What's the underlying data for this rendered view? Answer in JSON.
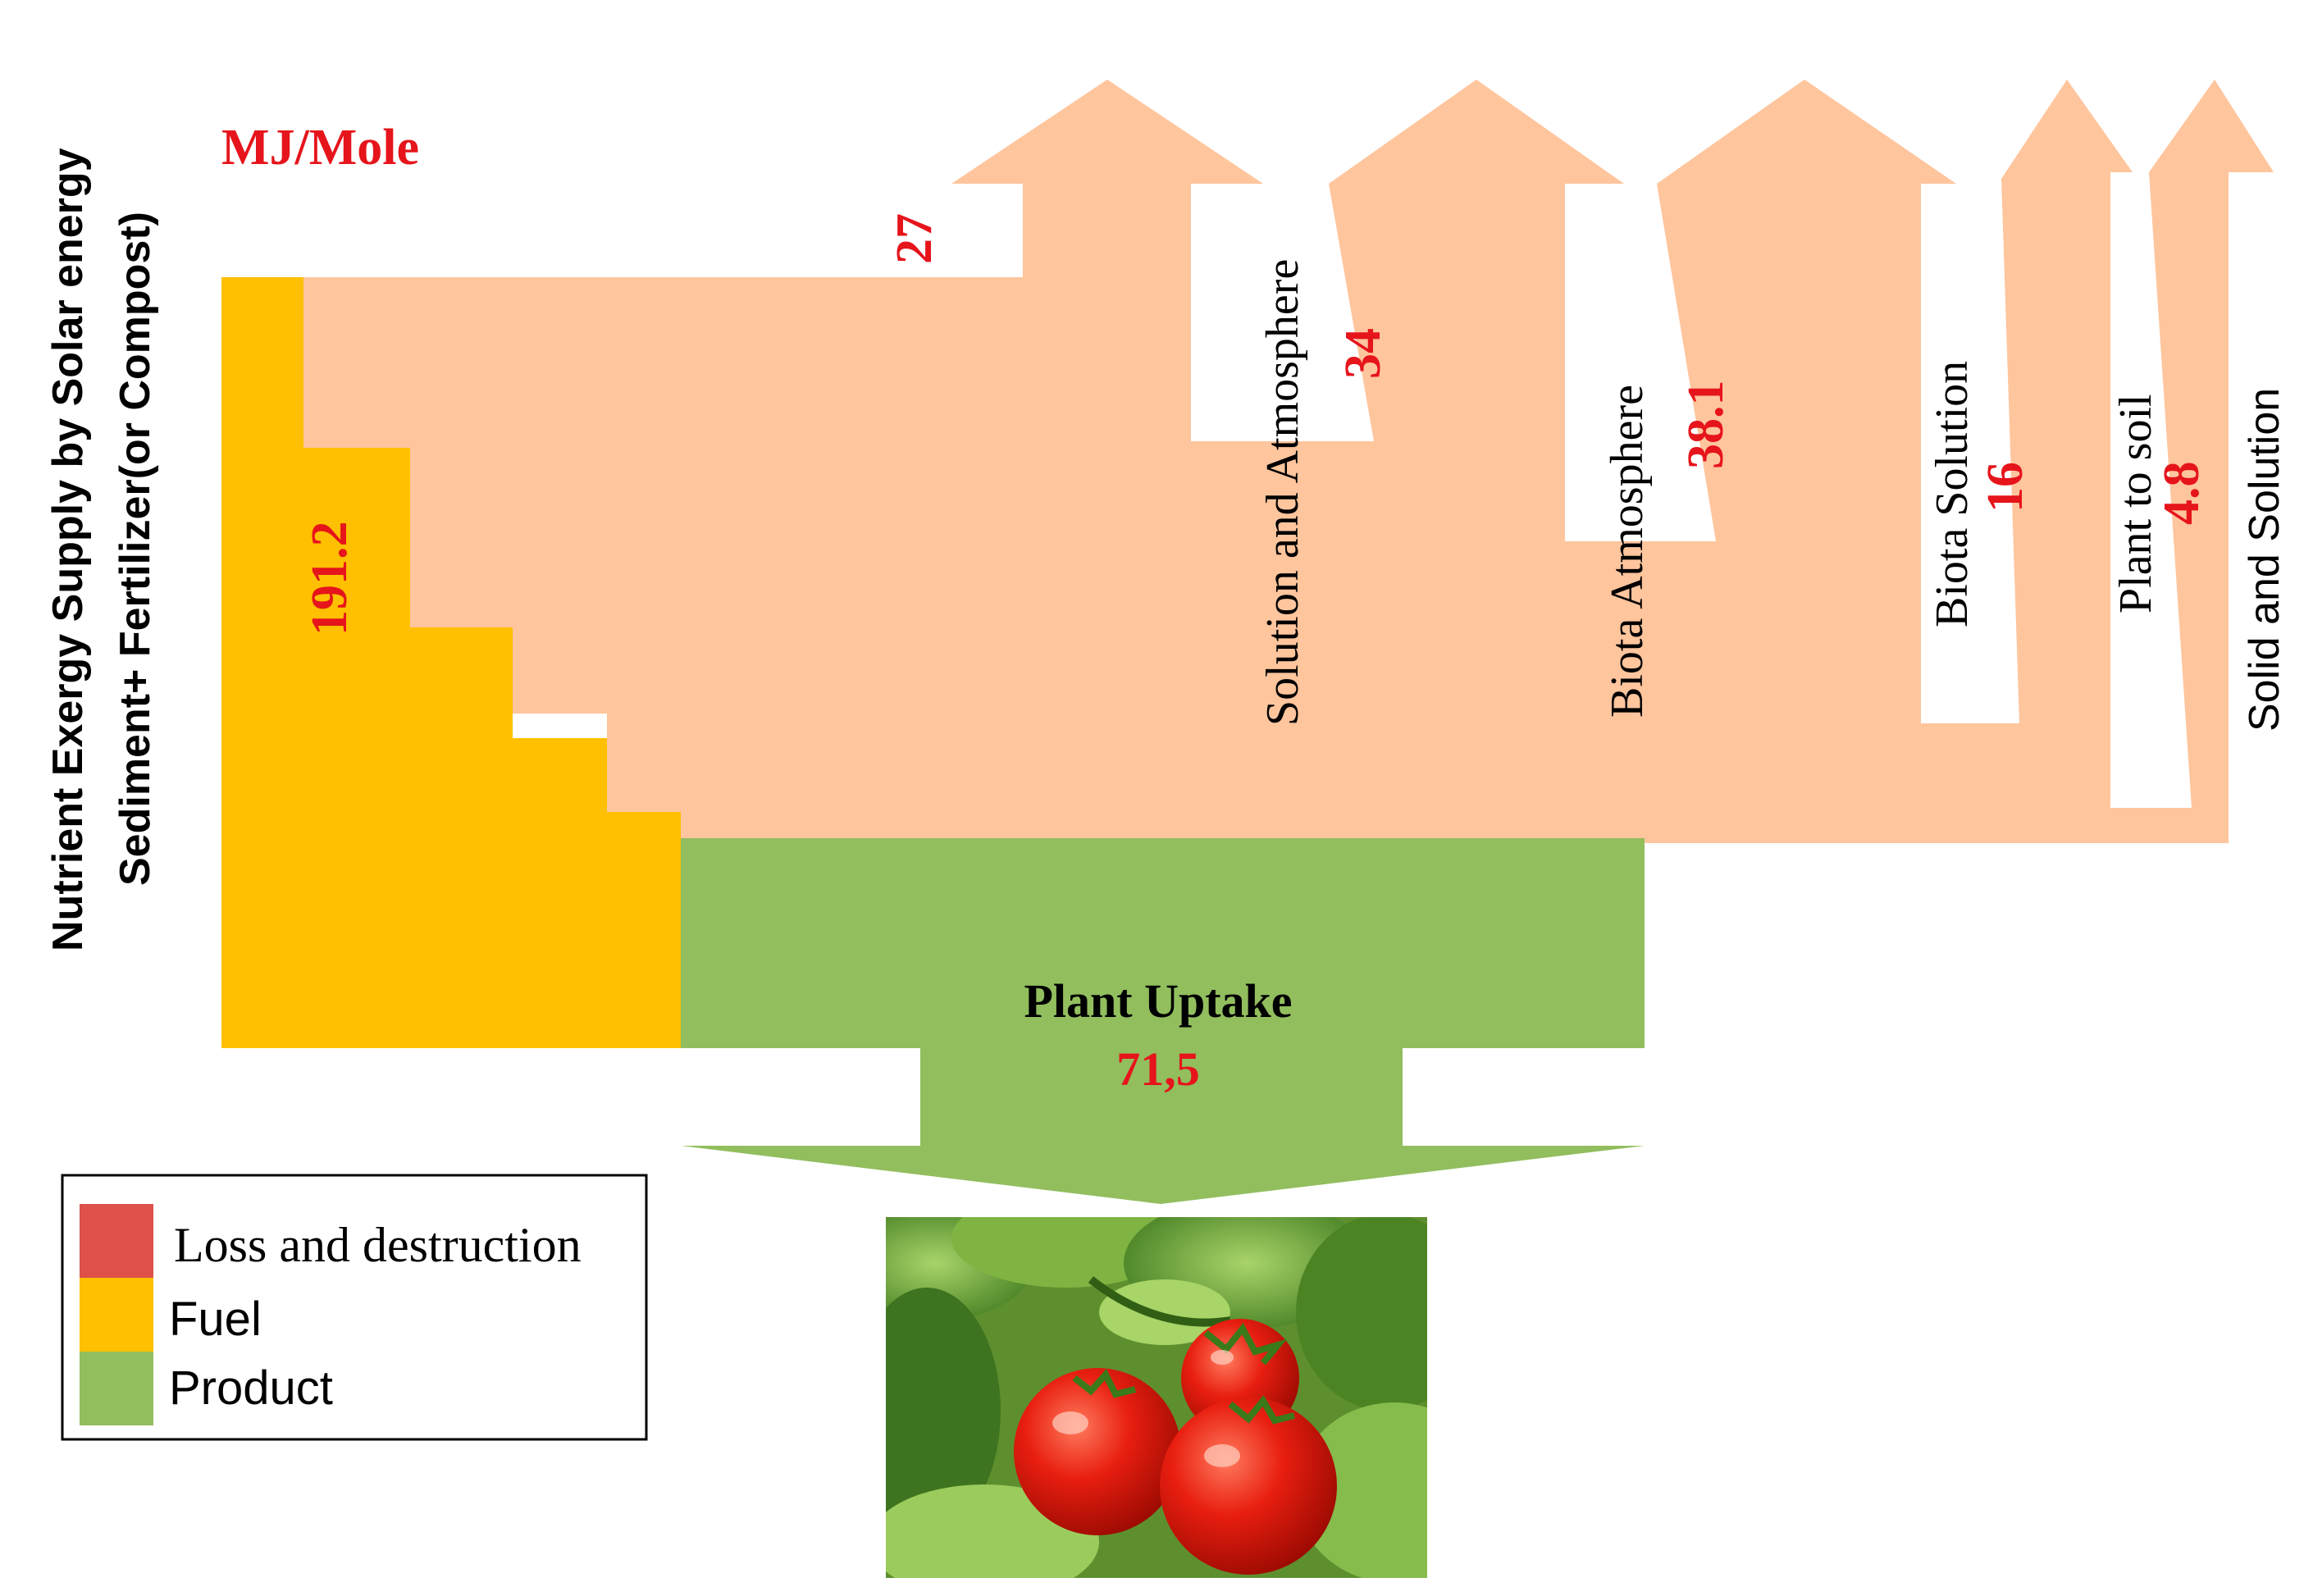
{
  "unit_label": "MJ/Mole",
  "supply_label": {
    "line1": "Nutrient Exergy Supply by Solar energy",
    "line2": "Sediment+ Fertilizer(or Compost)"
  },
  "supply_value": "191.2",
  "flows": [
    {
      "label": "",
      "value": "27"
    },
    {
      "label": "Solution and  Atmosphere",
      "value": "34"
    },
    {
      "label": "Biota Atmosphere",
      "value": "38.1"
    },
    {
      "label": "Biota Solution",
      "value": "16"
    },
    {
      "label": "Plant to soil",
      "value": "4.8"
    },
    {
      "label": "Solid and Solution",
      "value": ""
    }
  ],
  "product": {
    "label": "Plant Uptake",
    "value": "71,5"
  },
  "legend": [
    {
      "label": "Loss and destruction",
      "color": "#DD5149"
    },
    {
      "label": "Fuel",
      "color": "#FEC000"
    },
    {
      "label": "Product",
      "color": "#92BE5E"
    }
  ],
  "colors": {
    "loss_flow": "#FFC59D",
    "fuel": "#FEC000",
    "product": "#92BE5E",
    "value_text": "#E6141B"
  },
  "image": "tomato-cluster-photo"
}
